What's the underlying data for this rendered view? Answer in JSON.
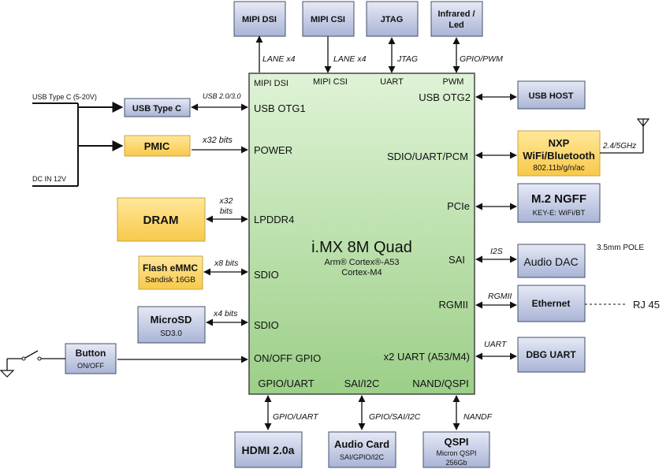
{
  "soc": {
    "title": "i.MX 8M Quad",
    "subtitle1": "Arm® Cortex®-A53",
    "subtitle2": "Cortex-M4",
    "colors": {
      "fill_top": "#dff3d6",
      "fill_bottom": "#9ccf88",
      "title": "#3a72b8"
    },
    "top_ports": [
      "MIPI DSI",
      "MIPI CSI",
      "UART",
      "PWM"
    ],
    "left_ports": [
      "USB OTG1",
      "POWER",
      "LPDDR4",
      "SDIO",
      "SDIO",
      "ON/OFF GPIO"
    ],
    "right_ports": [
      "USB OTG2",
      "SDIO/UART/PCM",
      "PCIe",
      "SAI",
      "RGMII",
      "x2 UART (A53/M4)"
    ],
    "bottom_ports": [
      "GPIO/UART",
      "SAI/I2C",
      "NAND/QSPI"
    ]
  },
  "top_blocks": [
    {
      "name": "MIPI DSI",
      "link": "LANE x4"
    },
    {
      "name": "MIPI CSI",
      "link": "LANE x4"
    },
    {
      "name": "JTAG",
      "link": "JTAG"
    },
    {
      "name1": "Infrared /",
      "name2": "Led",
      "link": "GPIO/PWM"
    }
  ],
  "left_blocks": {
    "usb_in_label": "USB Type C (5-20V)",
    "dc_in_label": "DC IN 12V",
    "usbc": {
      "name": "USB Type C",
      "link": "USB 2.0/3.0"
    },
    "pmic": {
      "name": "PMIC",
      "link": "x32 bits"
    },
    "dram": {
      "name": "DRAM",
      "link1": "x32",
      "link2": "bits"
    },
    "emmc": {
      "name": "Flash eMMC",
      "sub": "Sandisk 16GB",
      "link": "x8 bits"
    },
    "microsd": {
      "name": "MicroSD",
      "sub": "SD3.0",
      "link": "x4 bits"
    },
    "button": {
      "name": "Button",
      "sub": "ON/OFF"
    }
  },
  "right_blocks": {
    "usb_host": {
      "name": "USB HOST"
    },
    "wifi": {
      "name1": "NXP",
      "name2": "WiFi/Bluetooth",
      "sub": "802.11b/g/n/ac",
      "antenna_label": "2.4/5GHz"
    },
    "m2": {
      "name": "M.2 NGFF",
      "sub": "KEY-E: WiFi/BT"
    },
    "audio_dac": {
      "name": "Audio DAC",
      "link": "I2S",
      "note": "3.5mm POLE"
    },
    "ethernet": {
      "name": "Ethernet",
      "link": "RGMII",
      "connector": "RJ 45"
    },
    "dbg": {
      "name": "DBG UART",
      "link": "UART"
    }
  },
  "bottom_blocks": [
    {
      "name": "HDMI 2.0a",
      "link": "GPIO/UART"
    },
    {
      "name": "Audio Card",
      "sub": "SAI/GPIO/I2C",
      "link": "GPIO/SAI/I2C"
    },
    {
      "name": "QSPI",
      "sub1": "Micron QSPI",
      "sub2": "256Gb",
      "link": "NANDF"
    }
  ]
}
